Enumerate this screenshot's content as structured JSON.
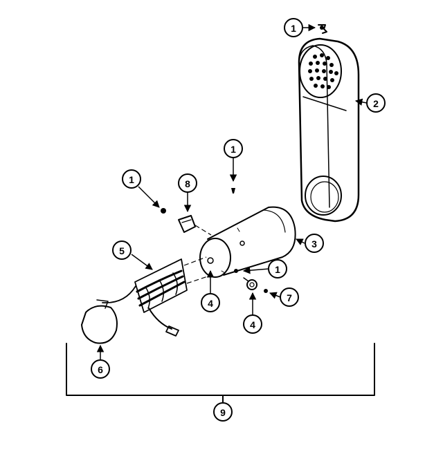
{
  "callouts": {
    "c1_screw_top": "1",
    "c2_cover": "2",
    "c1_mid": "1",
    "c1_left": "1",
    "c8_thermostat": "8",
    "c5_element": "5",
    "c3_housing": "3",
    "c1_right": "1",
    "c4_left": "4",
    "c4_right": "4",
    "c7_nut": "7",
    "c6_box": "6",
    "c9_assembly": "9"
  },
  "colors": {
    "ink": "#000000",
    "paper": "#ffffff"
  }
}
